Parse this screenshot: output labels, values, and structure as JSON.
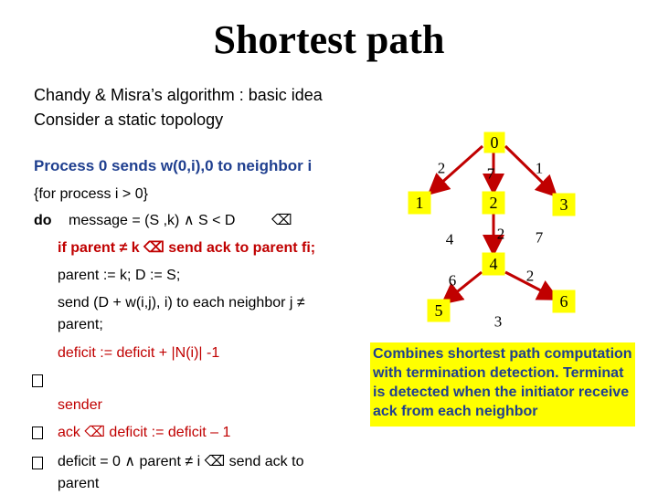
{
  "title": "Shortest path",
  "intro": {
    "line1": "Chandy & Misra’s algorithm : basic idea",
    "line2": "Consider a static topology"
  },
  "process_line": "Process 0 sends w(0,i),0 to neighbor i",
  "code": {
    "for_line": "{for process i > 0}",
    "do_line_a": "do",
    "do_line_b": "message = (S ,k) ∧ S < D",
    "do_symbol": "⌫",
    "if_line": "if parent ≠ k  ⌫  send ack to parent fi;",
    "parent_assign": "parent := k; D := S;",
    "send_line1": "send (D + w(i,j), i) to each neighbor j ≠",
    "send_line2": "parent;",
    "deficit_line": "deficit := deficit + |N(i)| -1",
    "bullet1": "\u0000",
    "sender": "sender",
    "bullet2": "\u0000",
    "ack_line": "ack  ⌫  deficit := deficit – 1",
    "bullet3": "\u0000",
    "final_line1": "deficit  =  0  ∧  parent  ≠  i  ⌫  send  ack  to",
    "final_line2": "parent"
  },
  "graph": {
    "nodes": [
      {
        "id": "0",
        "label": "0"
      },
      {
        "id": "1",
        "label": "1"
      },
      {
        "id": "2",
        "label": "2"
      },
      {
        "id": "3",
        "label": "3"
      },
      {
        "id": "4",
        "label": "4"
      },
      {
        "id": "5",
        "label": "5"
      },
      {
        "id": "6",
        "label": "6"
      }
    ],
    "weights": [
      "2",
      "7",
      "1",
      "4",
      "2",
      "7",
      "6",
      "2",
      "3"
    ]
  },
  "note": {
    "line1": "Combines shortest path computation",
    "line2": "with termination detection. Terminat",
    "line3": "is detected when the initiator receive",
    "line4": "ack from each neighbor"
  },
  "colors": {
    "arrow": "#c00000",
    "node_fill": "#ffff00",
    "blue_text": "#1f3f8f"
  }
}
